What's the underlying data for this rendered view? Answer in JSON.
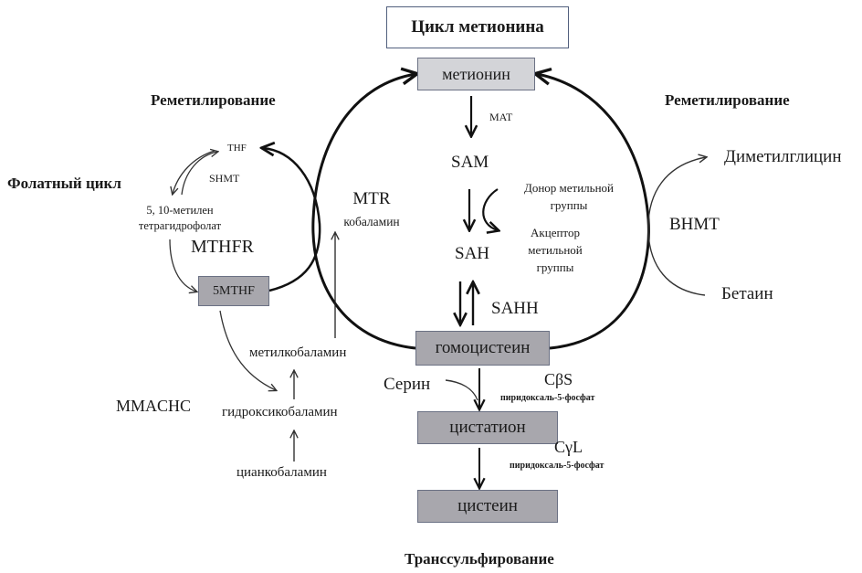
{
  "title": "Цикл метионина",
  "sections": {
    "remethylation_left": "Реметилирование",
    "remethylation_right": "Реметилирование",
    "folate_cycle": "Фолатный цикл",
    "transsulfuration": "Транссульфирование"
  },
  "boxes": {
    "methionine": "метионин",
    "homocysteine": "гомоцистеин",
    "five_mthf": "5MTHF",
    "cystathionine": "цистатион",
    "cysteine": "цистеин"
  },
  "metabolites": {
    "sam": "SAM",
    "sah": "SAH",
    "thf": "THF",
    "methylene_thf_line1": "5, 10-метилен",
    "methylene_thf_line2": "тетрагидрофолат",
    "dimethylglycine": "Диметилглицин",
    "betaine": "Бетаин",
    "serine": "Серин",
    "methylcobalamin": "метилкобаламин",
    "hydroxocobalamin": "гидроксикобаламин",
    "cyanocobalamin": "цианкобаламин",
    "methyl_donor_line1": "Донор метильной",
    "methyl_donor_line2": "группы",
    "methyl_acceptor_line1": "Акцептор",
    "methyl_acceptor_line2": "метильной",
    "methyl_acceptor_line3": "группы"
  },
  "enzymes": {
    "mat": "MAT",
    "sahh": "SAHH",
    "shmt": "SHMT",
    "mthfr": "MTHFR",
    "mtr": "MTR",
    "mtr_cofactor": "кобаламин",
    "bhmt": "BHMT",
    "mmachc": "MMACHC",
    "cbs": "CβS",
    "cbs_cofactor": "пиридоксаль-5-фосфат",
    "cgl": "CγL",
    "cgl_cofactor": "пиридоксаль-5-фосфат"
  },
  "colors": {
    "light_box": "#d3d4d8",
    "dark_box": "#a8a7ad",
    "line": "#111111",
    "thin_line": "#333333"
  }
}
